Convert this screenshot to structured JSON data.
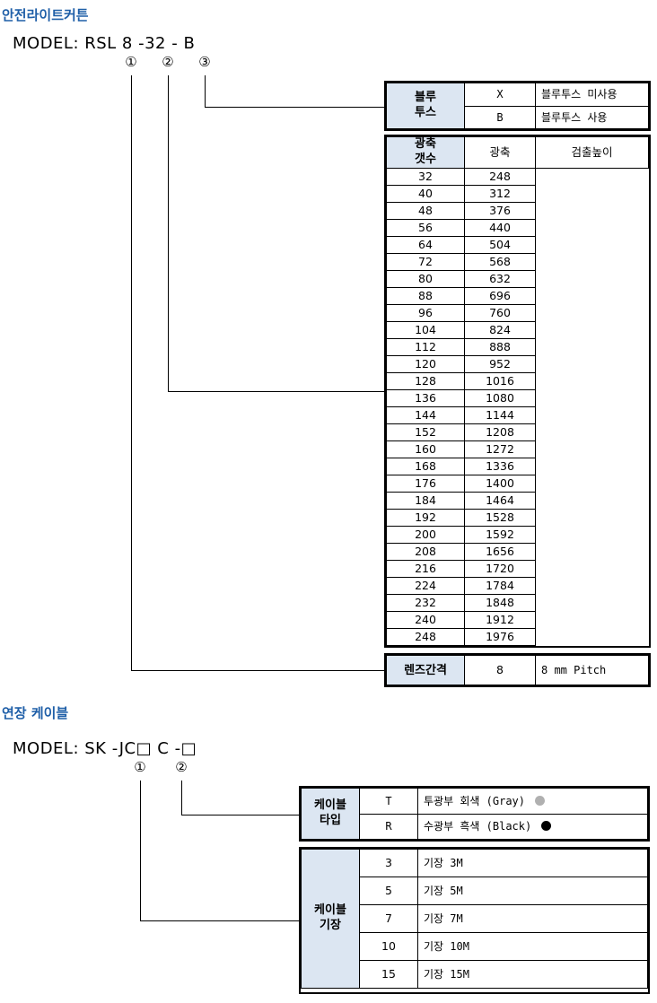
{
  "section1": {
    "title": "안전라이트커튼",
    "model_text": "MODEL: RSL 8 -32 - B",
    "markers": [
      "①",
      "②",
      "③"
    ],
    "bluetooth": {
      "header": [
        "블루",
        "투스"
      ],
      "rows": [
        {
          "code": "X",
          "desc": "블루투스 미사용"
        },
        {
          "code": "B",
          "desc": "블루투스 사용"
        }
      ]
    },
    "axes": {
      "header": [
        "광축",
        "갯수"
      ],
      "col_headers": [
        "광축",
        "검출높이"
      ],
      "rows": [
        [
          "32",
          "248"
        ],
        [
          "40",
          "312"
        ],
        [
          "48",
          "376"
        ],
        [
          "56",
          "440"
        ],
        [
          "64",
          "504"
        ],
        [
          "72",
          "568"
        ],
        [
          "80",
          "632"
        ],
        [
          "88",
          "696"
        ],
        [
          "96",
          "760"
        ],
        [
          "104",
          "824"
        ],
        [
          "112",
          "888"
        ],
        [
          "120",
          "952"
        ],
        [
          "128",
          "1016"
        ],
        [
          "136",
          "1080"
        ],
        [
          "144",
          "1144"
        ],
        [
          "152",
          "1208"
        ],
        [
          "160",
          "1272"
        ],
        [
          "168",
          "1336"
        ],
        [
          "176",
          "1400"
        ],
        [
          "184",
          "1464"
        ],
        [
          "192",
          "1528"
        ],
        [
          "200",
          "1592"
        ],
        [
          "208",
          "1656"
        ],
        [
          "216",
          "1720"
        ],
        [
          "224",
          "1784"
        ],
        [
          "232",
          "1848"
        ],
        [
          "240",
          "1912"
        ],
        [
          "248",
          "1976"
        ]
      ]
    },
    "lens": {
      "header": "렌즈간격",
      "code": "8",
      "desc": "8 mm Pitch"
    }
  },
  "section2": {
    "title": "연장 케이블",
    "model_text": "MODEL: SK -JC□ C -□",
    "markers": [
      "①",
      "②"
    ],
    "type": {
      "header": [
        "케이블",
        "타입"
      ],
      "rows": [
        {
          "code": "T",
          "desc": "투광부 회색 (Gray)",
          "dot_color": "#b0b0b0"
        },
        {
          "code": "R",
          "desc": "수광부 흑색 (Black)",
          "dot_color": "#000000"
        }
      ]
    },
    "length": {
      "header": [
        "케이블",
        "기장"
      ],
      "rows": [
        {
          "code": "3",
          "desc": "기장 3M"
        },
        {
          "code": "5",
          "desc": "기장 5M"
        },
        {
          "code": "7",
          "desc": "기장 7M"
        },
        {
          "code": "10",
          "desc": "기장 10M"
        },
        {
          "code": "15",
          "desc": "기장 15M"
        }
      ]
    }
  }
}
